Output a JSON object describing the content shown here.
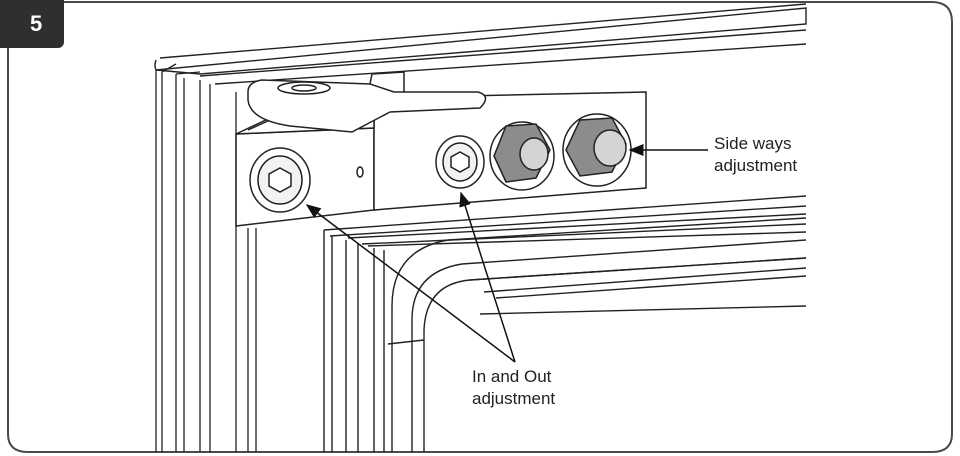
{
  "step": {
    "number": "5"
  },
  "callouts": {
    "side_ways": [
      "Side ways",
      "adjustment"
    ],
    "in_and_out": [
      "In and Out",
      "adjustment"
    ]
  },
  "colors": {
    "frame_border": "#4a4a4a",
    "badge": "#2f2f2f",
    "line_art": "#222222",
    "nut_fill": "#888888",
    "bolt_fill": "#d4d4d4"
  }
}
